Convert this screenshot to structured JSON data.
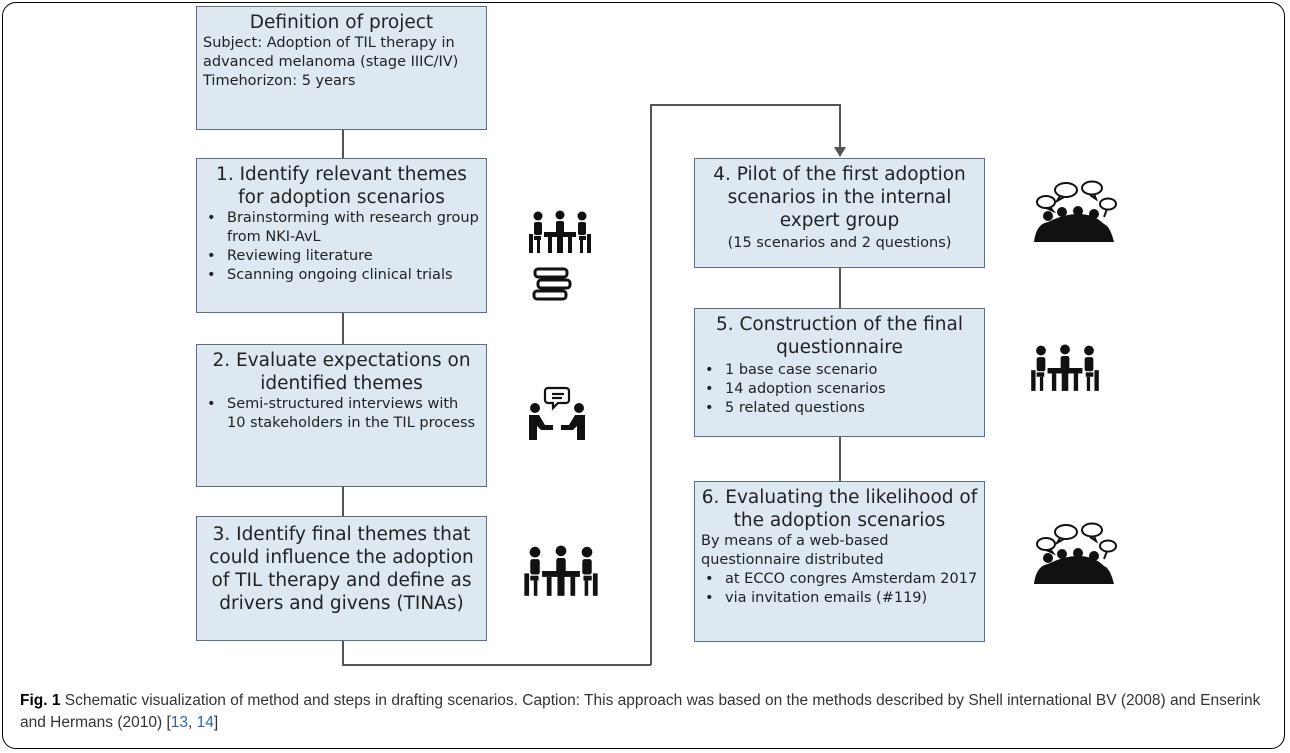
{
  "steps": {
    "definition": {
      "title": "Definition of project",
      "lines": [
        "Subject: Adoption of TIL therapy in advanced melanoma (stage IIIC/IV)",
        "Timehorizon: 5 years"
      ]
    },
    "step1": {
      "title": "1. Identify relevant themes for adoption scenarios",
      "bullets": [
        "Brainstorming with research group from NKI-AvL",
        "Reviewing literature",
        "Scanning ongoing clinical trials"
      ]
    },
    "step2": {
      "title": "2. Evaluate expectations on identified themes",
      "bullets": [
        "Semi-structured interviews with 10 stakeholders in the TIL process"
      ]
    },
    "step3": {
      "title": "3. Identify final themes that could influence the adoption of TIL therapy and define as drivers and givens (TINAs)"
    },
    "step4": {
      "title": "4. Pilot of the first adoption scenarios in the internal expert group",
      "note": "(15 scenarios and 2 questions)"
    },
    "step5": {
      "title": "5. Construction of the final questionnaire",
      "bullets": [
        "1 base case scenario",
        "14 adoption scenarios",
        " 5 related questions"
      ]
    },
    "step6": {
      "title": "6. Evaluating the likelihood of the adoption scenarios",
      "intro": "By means of a web-based questionnaire distributed",
      "bullets": [
        "at ECCO congres Amsterdam 2017",
        "via invitation emails (#119)"
      ]
    }
  },
  "icons": [
    "meeting-icon",
    "books-icon",
    "interview-icon",
    "meeting-icon",
    "expert-group-icon",
    "meeting-icon",
    "expert-group-icon"
  ],
  "caption": {
    "label": "Fig. 1",
    "text_main": " Schematic visualization of method and steps in drafting scenarios. Caption: This approach was based on the methods described by Shell international BV (2008) and Enserink and Hermans (2010) [",
    "ref1": "13",
    "sep": ", ",
    "ref2": "14",
    "close": "]"
  }
}
